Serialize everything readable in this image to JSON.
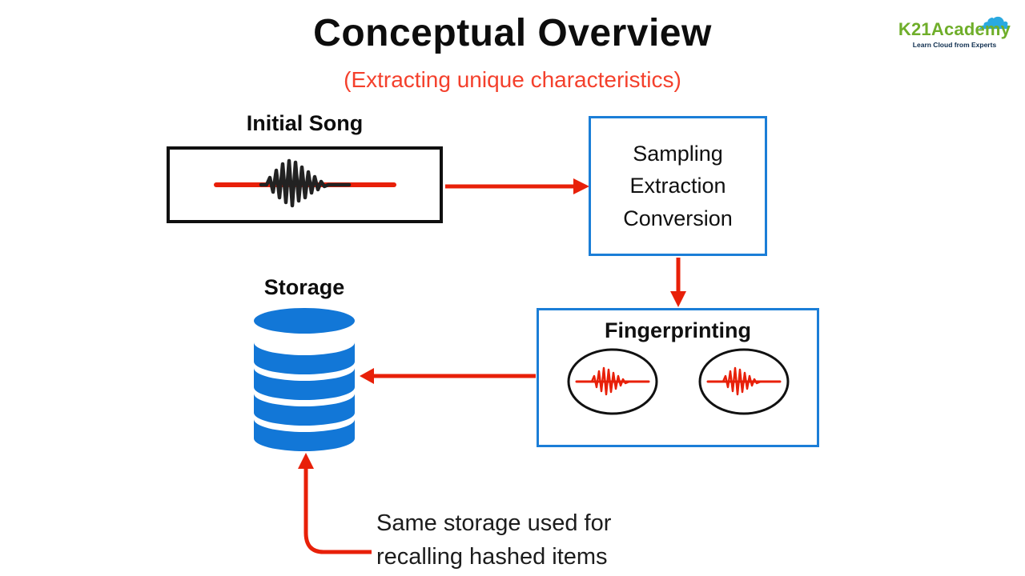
{
  "title": "Conceptual Overview",
  "subtitle": "(Extracting unique characteristics)",
  "logo": {
    "brand": "K21Academy",
    "tagline": "Learn Cloud from Experts",
    "cloud_glyph": "☁"
  },
  "diagram": {
    "initial_song": {
      "label": "Initial Song"
    },
    "sampling_box": {
      "lines": [
        "Sampling",
        "Extraction",
        "Conversion"
      ]
    },
    "storage": {
      "label": "Storage"
    },
    "fingerprinting": {
      "label": "Fingerprinting"
    },
    "note": {
      "line1": "Same storage used for",
      "line2": "recalling hashed items"
    }
  },
  "colors": {
    "accent_red": "#e82009",
    "subtitle_red": "#f4402c",
    "box_border_blue": "#1b7ed7",
    "database_blue": "#1277d7",
    "logo_green": "#6fae2a",
    "logo_cloud_blue": "#2aa9e0",
    "waveform_black": "#222222"
  }
}
